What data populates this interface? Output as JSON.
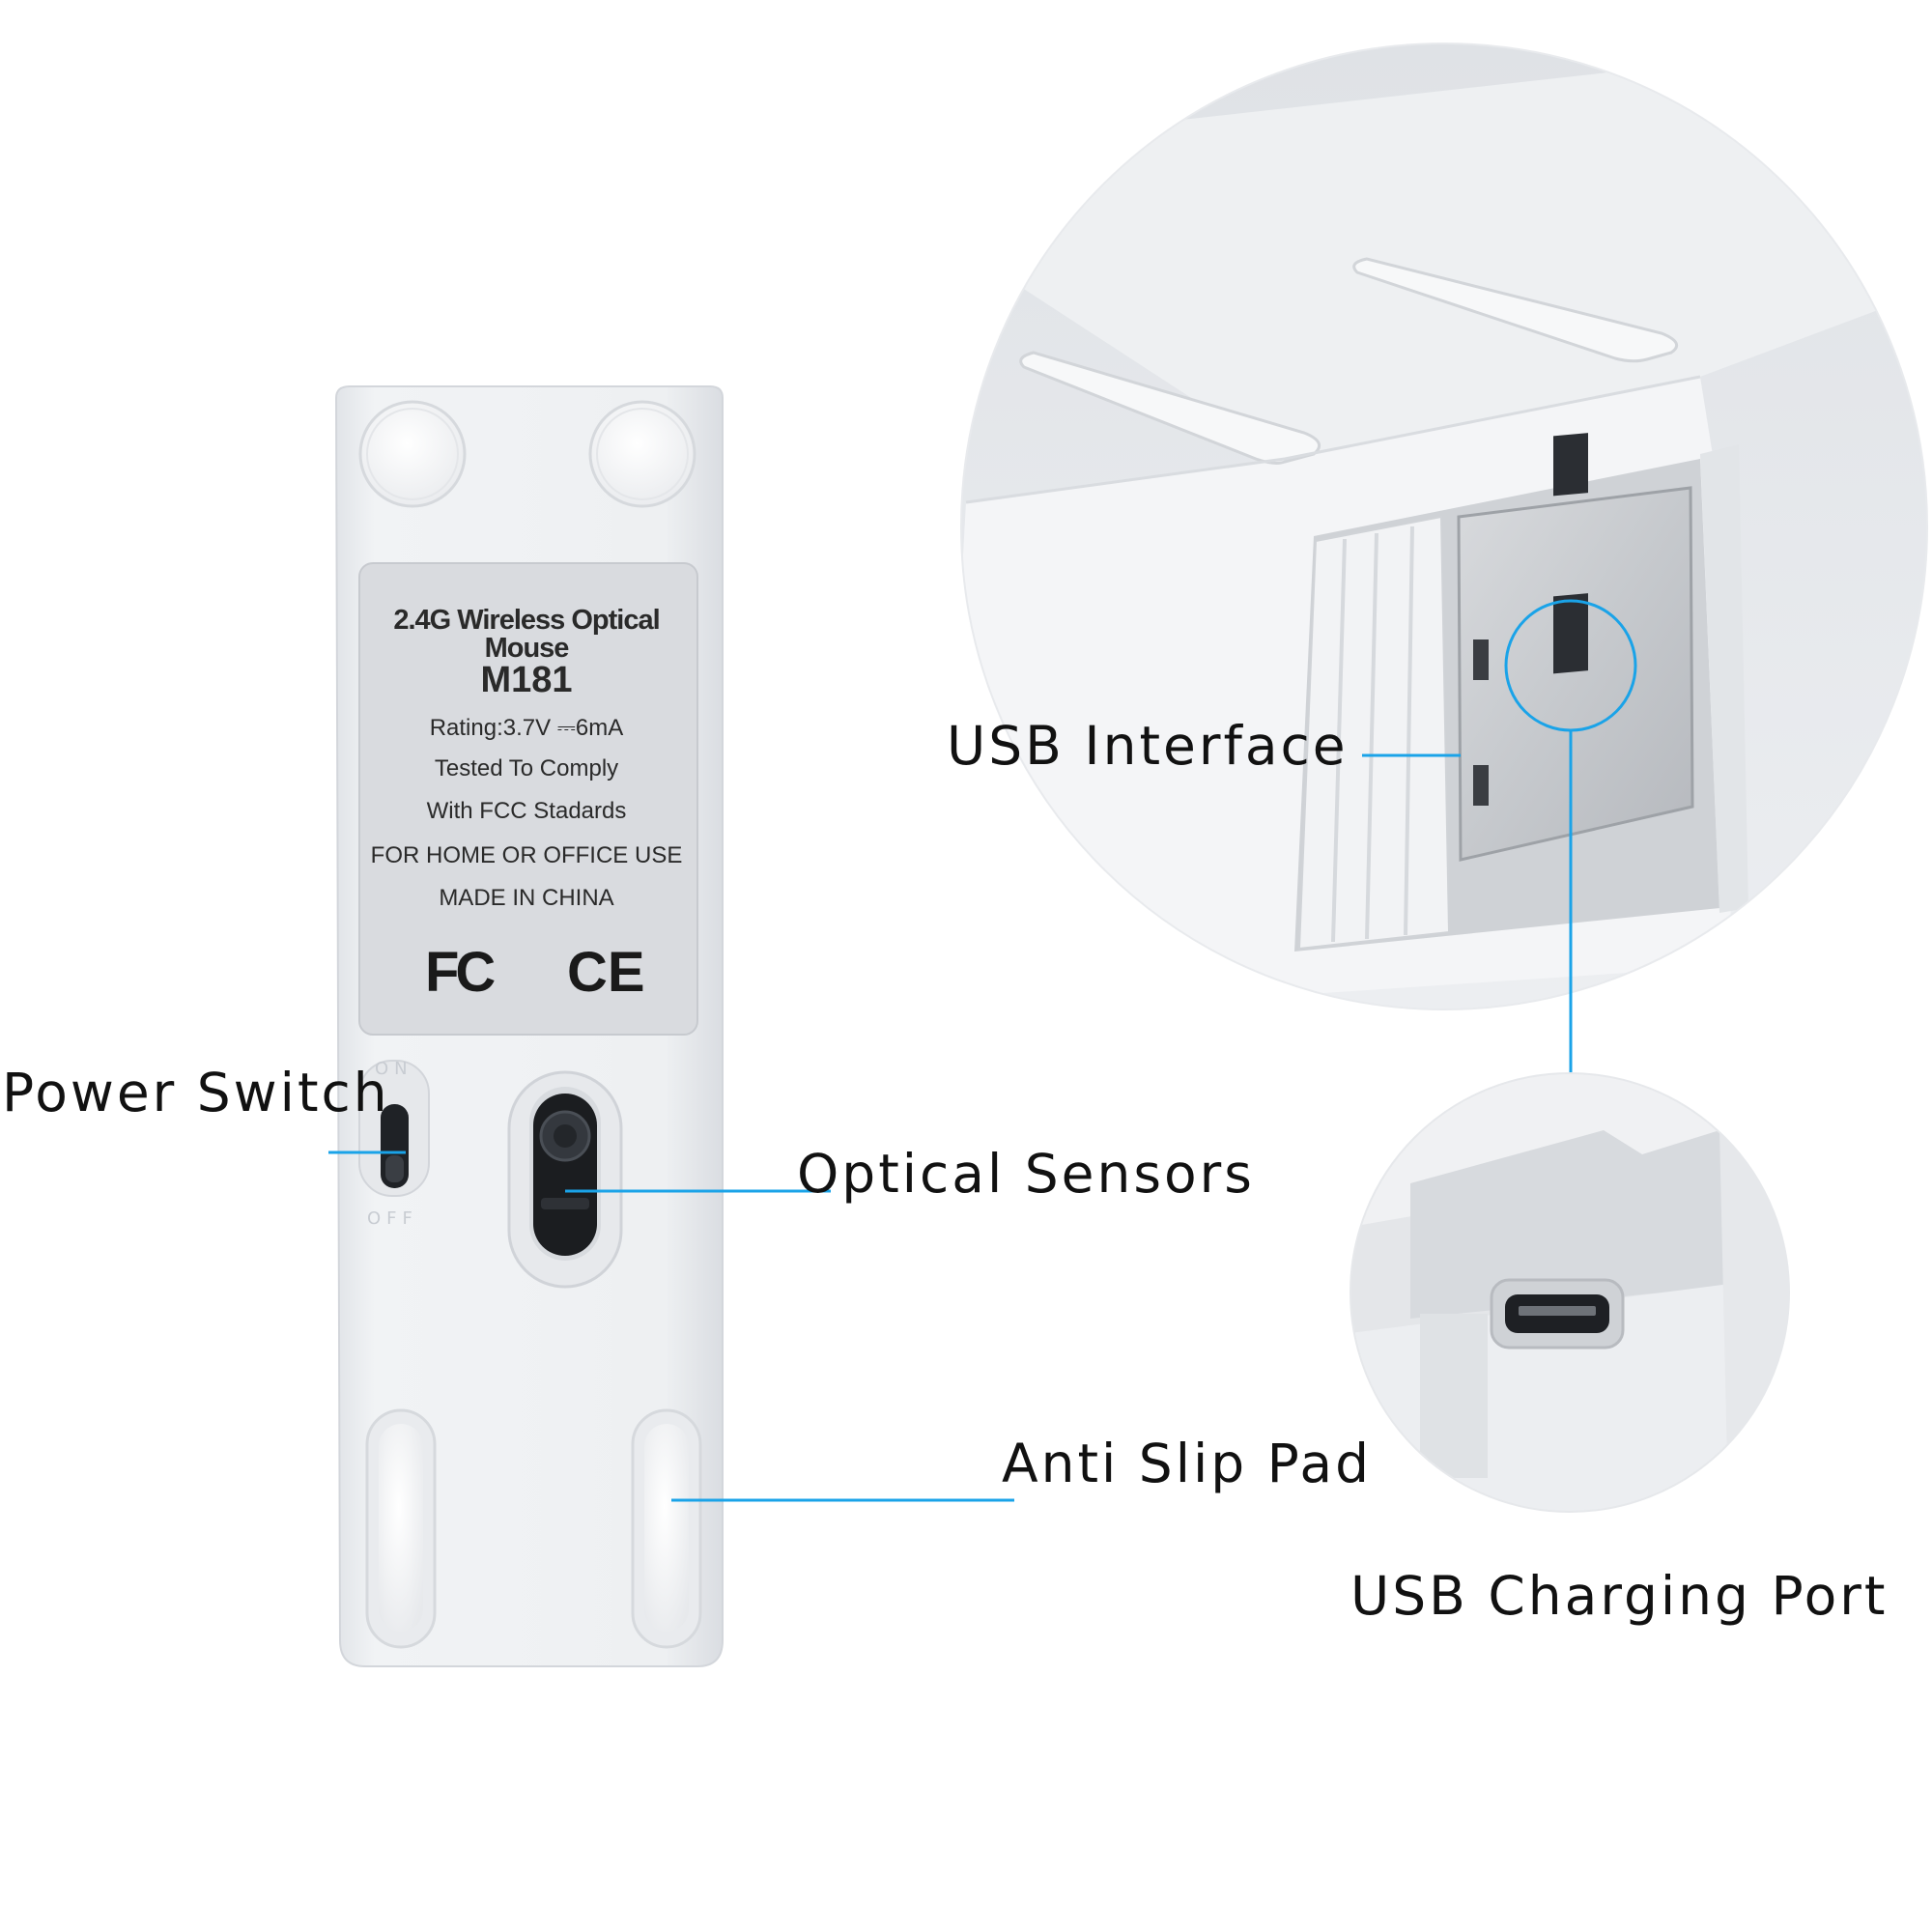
{
  "label": {
    "title": "2.4G Wireless Optical Mouse",
    "model": "M181",
    "rating": "Rating:3.7V ⎓6mA",
    "compliance_line1": "Tested To Comply",
    "compliance_line2": "With FCC Stadards",
    "usage": "FOR HOME OR OFFICE USE",
    "origin": "MADE IN CHINA",
    "cert_fcc": "FC",
    "cert_ce": "CE"
  },
  "switch": {
    "on_label": "ON",
    "off_label": "OFF"
  },
  "callouts": {
    "usb_interface": "USB Interface",
    "power_switch": "Power Switch",
    "optical_sensors": "Optical Sensors",
    "anti_slip_pad": "Anti Slip Pad",
    "usb_charging_port": "USB Charging Port"
  },
  "colors": {
    "callout_line": "#1aa3e8",
    "mouse_body": "#eef0f3",
    "label_panel": "#d9dbdf"
  }
}
